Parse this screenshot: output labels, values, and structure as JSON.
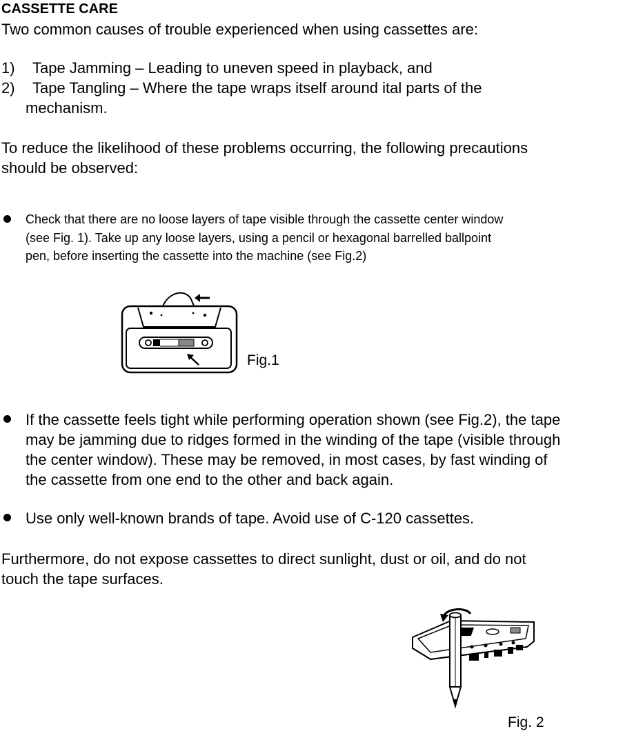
{
  "doc": {
    "heading": "CASSETTE CARE",
    "intro": "Two common causes of trouble experienced when using cassettes are:",
    "list": [
      {
        "num": "1)",
        "text": "Tape Jamming – Leading to uneven speed in playback, and"
      },
      {
        "num": "2)",
        "line1": "Tape Tangling – Where the tape wraps itself around ital parts of the",
        "line2": "mechanism."
      }
    ],
    "precaution_line1": "To reduce the likelihood of these problems occurring, the following precautions",
    "precaution_line2": "should be observed:",
    "bullet1": [
      "Check that there are no loose layers of tape visible through the cassette center window",
      "(see Fig. 1). Take up any loose layers, using a pencil or hexagonal barrelled ballpoint",
      "pen, before inserting the cassette into the machine (see Fig.2)"
    ],
    "fig1_label": "Fig.1",
    "bullet2": [
      "If the cassette feels tight while performing operation shown (see Fig.2), the tape",
      "may be jamming due to ridges formed in the winding of the tape (visible through",
      "the center window). These may be removed, in most cases, by fast winding of",
      "the cassette from one end to the other and back again."
    ],
    "bullet3": "Use only well-known brands of tape. Avoid use of C-120 cassettes.",
    "closing_line1": "Furthermore, do not expose cassettes to direct sunlight, dust or oil, and do not",
    "closing_line2": "touch the tape surfaces.",
    "fig2_label": "Fig. 2"
  }
}
